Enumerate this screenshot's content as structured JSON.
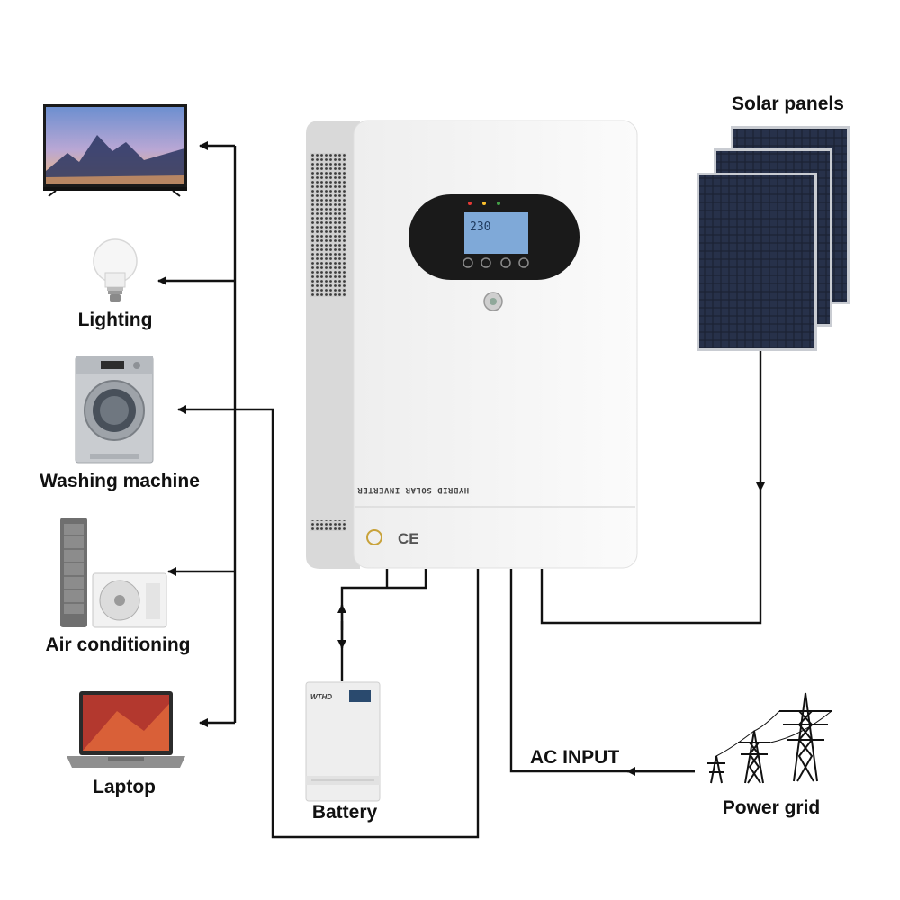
{
  "labels": {
    "solar_panels": "Solar panels",
    "lighting": "Lighting",
    "washing_machine": "Washing machine",
    "air_conditioning": "Air conditioning",
    "laptop": "Laptop",
    "battery": "Battery",
    "ac_input": "AC INPUT",
    "power_grid": "Power grid"
  },
  "inverter": {
    "name_plate": "HYBRID SOLAR INVERTER",
    "cert_mark": "CE",
    "lcd_readout": "230"
  },
  "battery_unit": {
    "brand": "WTHD"
  },
  "icons": [
    "tv-icon",
    "light-bulb-icon",
    "washing-machine-icon",
    "air-conditioner-icon",
    "laptop-icon",
    "inverter-icon",
    "battery-icon",
    "solar-panel-icon",
    "power-tower-icon"
  ],
  "colors": {
    "line": "#111111",
    "inverter_body": "#f7f7f7",
    "panel_cell": "#1b2233",
    "display_bezel": "#1a1a1a",
    "lcd": "#7fa9d8"
  }
}
